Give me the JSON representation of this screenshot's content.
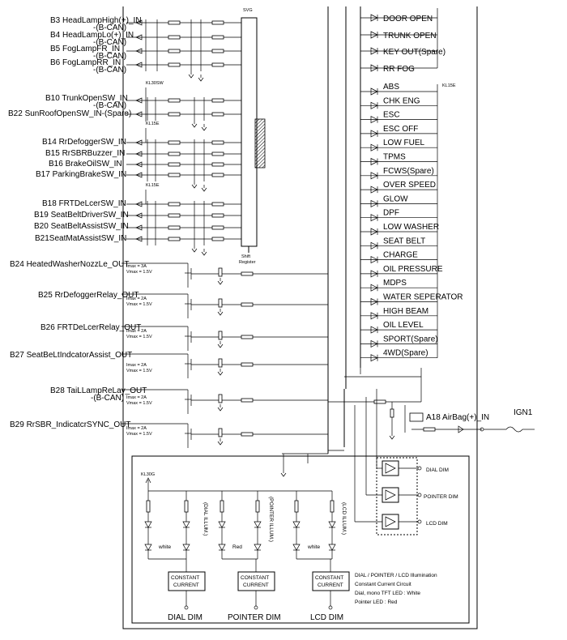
{
  "vertical_bar_label": "SVG",
  "shift_register_label": [
    "Shift",
    "Register"
  ],
  "left_inputs": [
    {
      "text": "B3 HeadLampHigh(+)_IN",
      "sub": "-(B-CAN)"
    },
    {
      "text": "B4 HeadLampLo(+)_IN",
      "sub": "-(B-CAN)"
    },
    {
      "text": "B5 FogLampFR_IN",
      "sub": "-(B-CAN)"
    },
    {
      "text": "B6 FogLampRR_IN",
      "sub": "-(B-CAN)"
    },
    {
      "text": "B10 TrunkOpenSW_IN",
      "sub": "-(B-CAN)"
    },
    {
      "text": "B22 SunRoofOpenSW_IN-(Spare)",
      "sub": ""
    },
    {
      "text": "B14 RrDefoggerSW_IN",
      "sub": ""
    },
    {
      "text": "B15 RrSBRBuzzer_IN",
      "sub": ""
    },
    {
      "text": "B16 BrakeOilSW_IN",
      "sub": ""
    },
    {
      "text": "B17 ParkingBrakeSW_IN",
      "sub": ""
    },
    {
      "text": "B18 FRTDeLcerSW_IN",
      "sub": ""
    },
    {
      "text": "B19 SeatBeltDriverSW_IN",
      "sub": ""
    },
    {
      "text": "B20 SeatBeltAssistSW_IN",
      "sub": ""
    },
    {
      "text": "B21SeatMatAssistSW_IN",
      "sub": ""
    }
  ],
  "supply_labels": [
    "KL30SW",
    "KL15E",
    "KL15E"
  ],
  "outputs": [
    {
      "text": "B24 HeatedWasherNozzLe_OUT",
      "sub": "",
      "imax": "Imax = 3A",
      "vmax": "Vmax = 1.5V"
    },
    {
      "text": "B25 RrDefoggerRelay_OUT",
      "sub": "",
      "imax": "Imax = 2A",
      "vmax": "Vmax = 1.5V"
    },
    {
      "text": "B26 FRTDeLcerRelay_OUT",
      "sub": "",
      "imax": "Imax = 2A",
      "vmax": "Vmax = 1.5V"
    },
    {
      "text": "B27 SeatBeLtIndcatorAssist_OUT",
      "sub": "",
      "imax": "Imax = 2A",
      "vmax": "Vmax = 1.5V"
    },
    {
      "text": "B28 TaiLLampReLay_OUT",
      "sub": "-(B-CAN)",
      "imax": "Imax = 2A",
      "vmax": "Vmax = 1.5V"
    },
    {
      "text": "B29 RrSBR_IndicatcrSYNC_OUT",
      "sub": "",
      "imax": "Imax = 2A",
      "vmax": "Vmax = 1.5V"
    }
  ],
  "indicators_top": [
    "DOOR OPEN",
    "TRUNK OPEN",
    "KEY OUT(Spare)",
    "RR FOG"
  ],
  "indicator_supply": "KL15E",
  "indicators": [
    "ABS",
    "CHK ENG",
    "ESC",
    "ESC OFF",
    "LOW FUEL",
    "TPMS",
    "FCWS(Spare)",
    "OVER SPEED",
    "GLOW",
    "DPF",
    "LOW WASHER",
    "SEAT BELT",
    "CHARGE",
    "OIL PRESSURE",
    "MDPS",
    "WATER SEPERATOR",
    "HIGH BEAM",
    "OIL LEVEL",
    "SPORT(Spare)",
    "4WD(Spare)"
  ],
  "airbag_label": "A18 AirBag(+)_IN",
  "ign_label": "IGN1",
  "dim_outputs": [
    "DIAL DIM",
    "POINTER DIM",
    "LCD DIM"
  ],
  "illum": {
    "supply": "KL30G",
    "colors": [
      "white",
      "Red",
      "white"
    ],
    "rotated": [
      "(DIAL ILLUM.)",
      "(POINTER ILLUM.)",
      "(LCD ILLUM.)"
    ],
    "cc_line1": "CONSTANT",
    "cc_line2": "CURRENT",
    "bottom": [
      "DIAL DIM",
      "POINTER DIM",
      "LCD DIM"
    ]
  },
  "description": [
    "DIAL / POINTER / LCD Illumination",
    "Constant Current Circuit",
    "Dial, mono TFT LED : White",
    "Pointer LED : Red"
  ]
}
